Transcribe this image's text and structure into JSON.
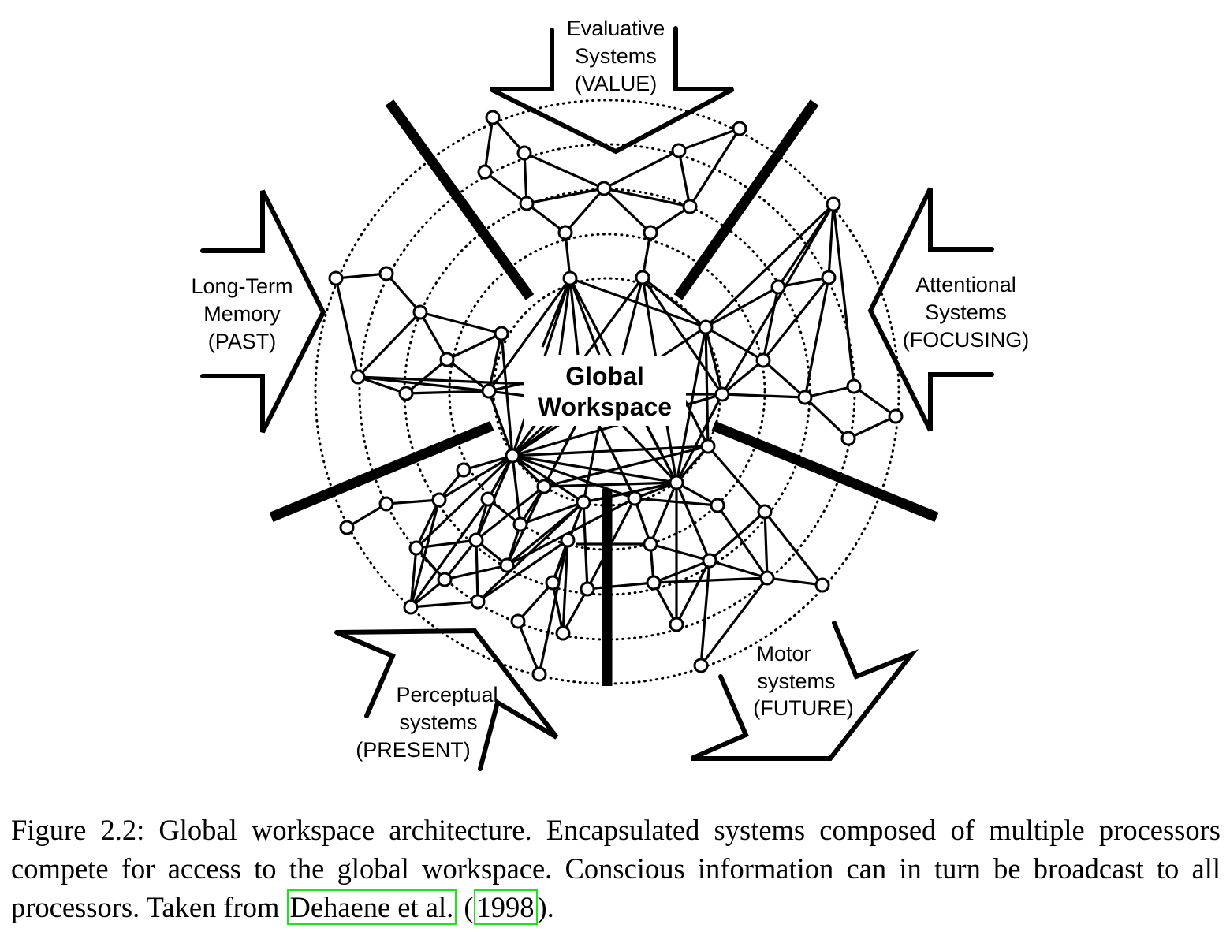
{
  "diagram": {
    "center_label": [
      "Global",
      "Workspace"
    ],
    "modules": {
      "evaluative": [
        "Evaluative",
        "Systems",
        "(VALUE)"
      ],
      "attentional": [
        "Attentional",
        "Systems",
        "(FOCUSING)"
      ],
      "long_term_memory": [
        "Long-Term",
        "Memory",
        "(PAST)"
      ],
      "perceptual": [
        "Perceptual",
        "systems",
        "(PRESENT)"
      ],
      "motor": [
        "Motor",
        "systems",
        "(FUTURE)"
      ]
    }
  },
  "caption": {
    "prefix": "Figure 2.2: Global workspace architecture. Encapsulated systems composed of multiple processors compete for access to the global workspace. Conscious information can in turn be broadcast to all processors. Taken from ",
    "citation_authors": "Dehaene et al.",
    "citation_open": " (",
    "citation_year": "1998",
    "citation_close": ")."
  },
  "colors": {
    "ink": "#000000",
    "citation_box": "#19e619"
  }
}
